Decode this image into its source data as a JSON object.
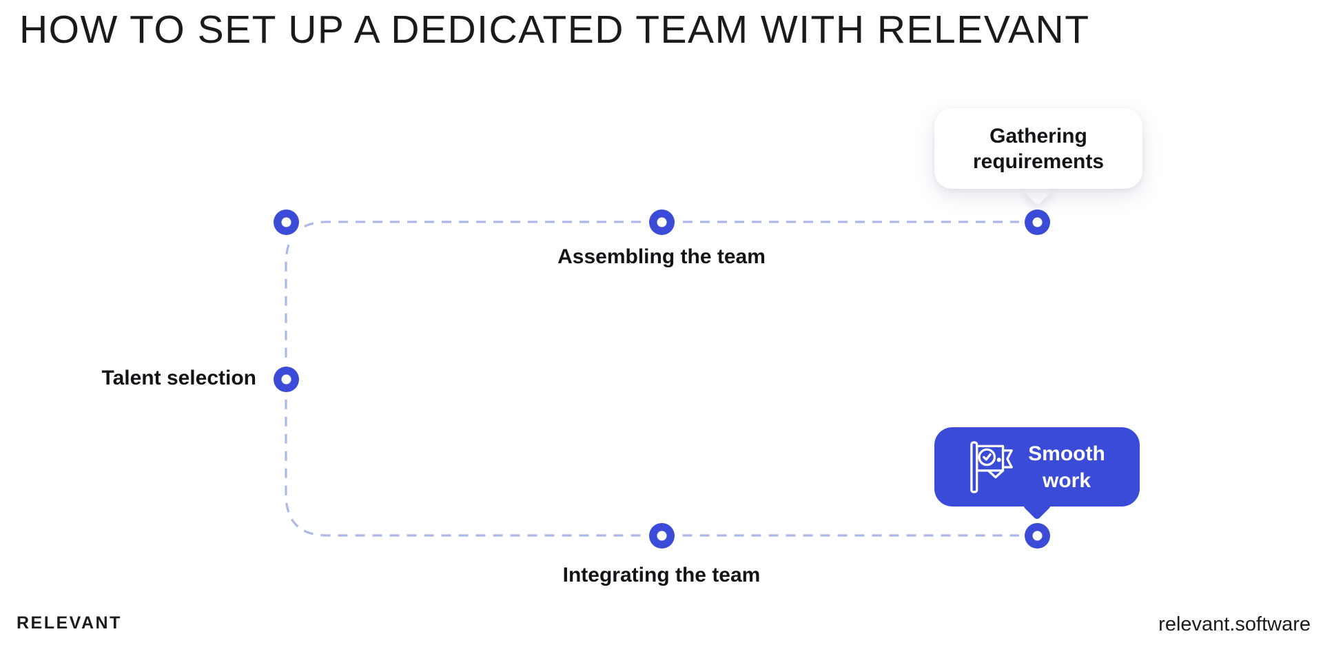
{
  "title": "HOW TO SET UP A DEDICATED TEAM WITH RELEVANT",
  "colors": {
    "accent": "#3a4bd8",
    "dash": "#aeb8e8",
    "ink": "#1a1a1c",
    "bg": "#ffffff"
  },
  "steps": {
    "talent": {
      "label": "Talent selection"
    },
    "assembling": {
      "label": "Assembling the team"
    },
    "integrating": {
      "label": "Integrating the team"
    }
  },
  "callout": {
    "line1": "Gathering",
    "line2": "requirements"
  },
  "badge": {
    "line1": "Smooth",
    "line2": "work",
    "icon": "flag-check-icon"
  },
  "footer": {
    "logo": "RELEVANT",
    "website": "relevant.software"
  }
}
